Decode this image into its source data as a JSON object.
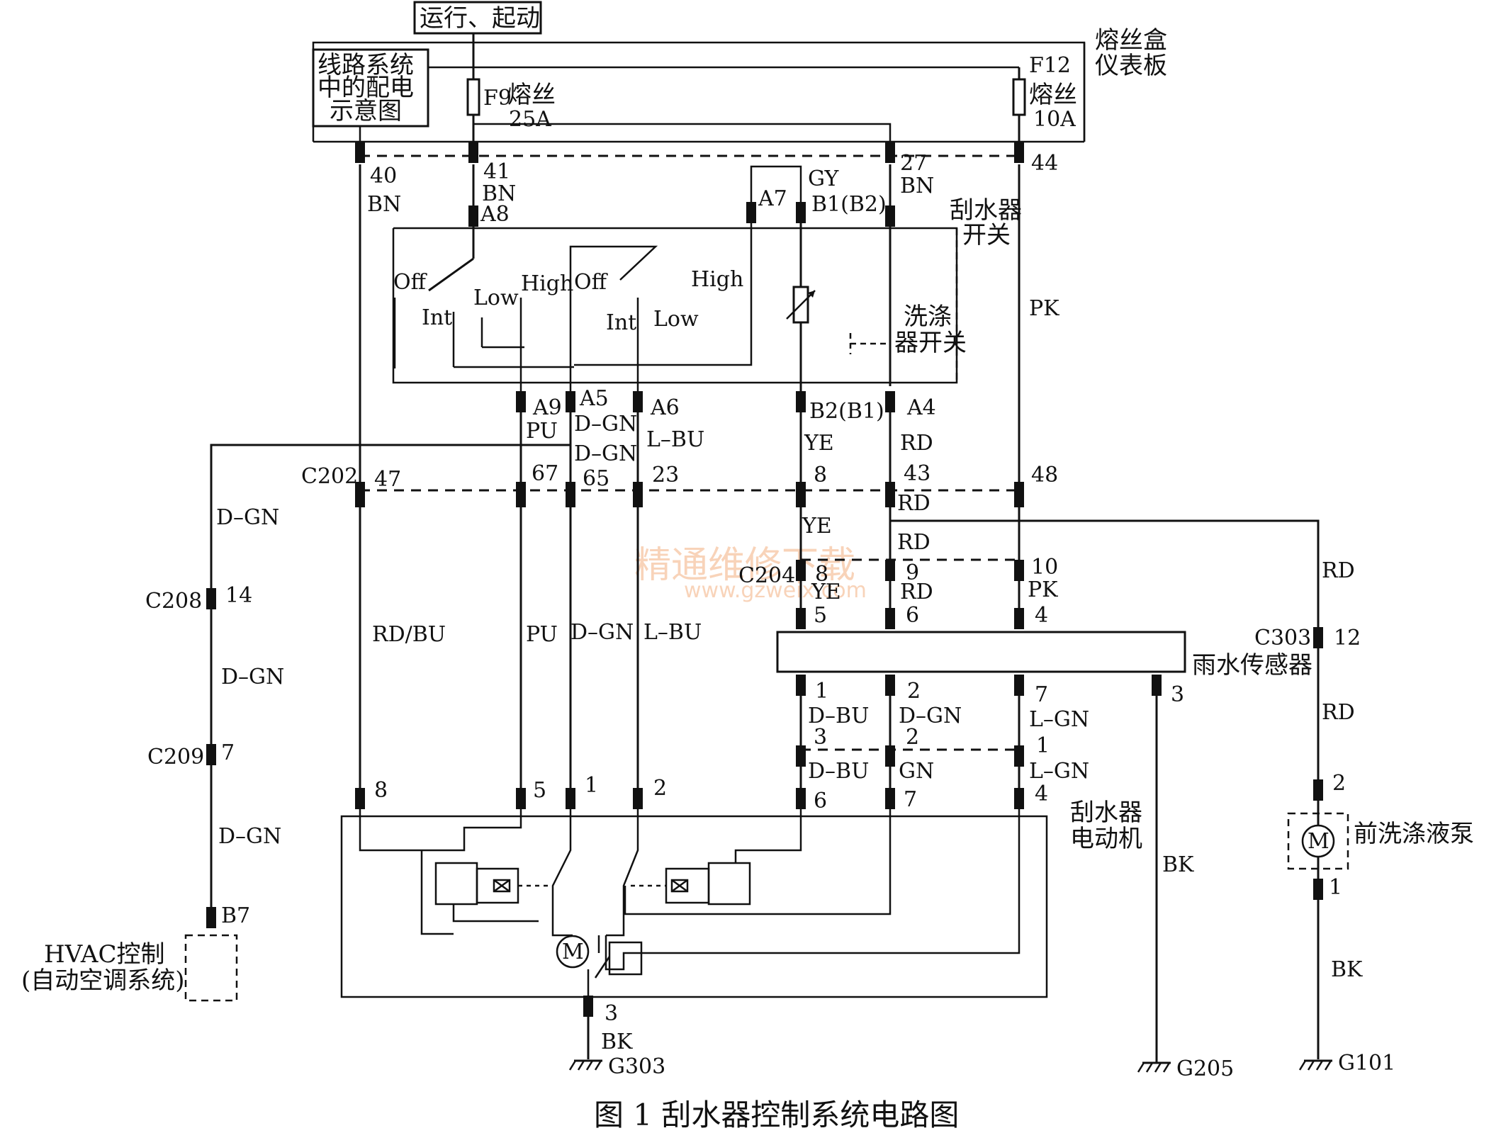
{
  "caption": "图 1  刮水器控制系统电路图",
  "watermark": {
    "cn": "精通维修下载",
    "url": "www.gzweix.com"
  },
  "power_source": "运行、起动",
  "fuse_box": {
    "title_line1": "熔丝盒",
    "title_line2": "仪表板",
    "power_dist_line1": "线路系统",
    "power_dist_line2": "中的配电",
    "power_dist_line3": "示意图",
    "f9_name": "F9",
    "f9_label": "熔丝",
    "f9_rating": "25A",
    "f12_name": "F12",
    "f12_label": "熔丝",
    "f12_rating": "10A"
  },
  "fuse_pins": {
    "p40": "40",
    "p41": "41",
    "p27": "27",
    "p44": "44"
  },
  "wiper_switch": {
    "title_line1": "刮水器",
    "title_line2": "开关",
    "washer_line1": "洗涤",
    "washer_line2": "器开关",
    "pos_off": "Off",
    "pos_int": "Int",
    "pos_low": "Low",
    "pos_high": "High",
    "pins": {
      "a8": "A8",
      "a7": "A7",
      "b1b2": "B1(B2)",
      "a9": "A9",
      "a5": "A5",
      "a6": "A6",
      "b2b1": "B2(B1)",
      "a4": "A4"
    }
  },
  "connectors": {
    "c202": "C202",
    "c202_pins": [
      "47",
      "67",
      "65",
      "23",
      "8",
      "43",
      "48"
    ],
    "c204": "C204",
    "c204_pins": [
      "8",
      "9",
      "10"
    ],
    "c208": "C208",
    "c208_pin": "14",
    "c209": "C209",
    "c209_pin": "7",
    "c303": "C303",
    "c303_pin": "12"
  },
  "wire_colors": {
    "bn": "BN",
    "gy": "GY",
    "pk": "PK",
    "pu": "PU",
    "dgn": "D–GN",
    "lbu": "L–BU",
    "ye": "YE",
    "rd": "RD",
    "rdbu": "RD/BU",
    "dbu": "D–BU",
    "lgn": "L–GN",
    "gn": "GN",
    "bk": "BK"
  },
  "rain_sensor": {
    "title": "雨水传感器",
    "top_pins": [
      "5",
      "6",
      "4"
    ],
    "bottom_pins": [
      "1",
      "2",
      "7"
    ],
    "ground_pin": "3",
    "lower_conn_pins": [
      "3",
      "2",
      "1"
    ]
  },
  "wiper_motor": {
    "title_line1": "刮水器",
    "title_line2": "电动机",
    "pins": [
      "8",
      "5",
      "1",
      "2",
      "6",
      "7",
      "4"
    ],
    "ground_pin": "3",
    "motor_symbol": "M"
  },
  "washer_pump": {
    "title": "前洗涤液泵",
    "pin_top": "2",
    "pin_bottom": "1",
    "motor_symbol": "M"
  },
  "hvac": {
    "line1": "HVAC控制",
    "line2": "(自动空调系统)",
    "pin": "B7"
  },
  "grounds": {
    "g303": "G303",
    "g205": "G205",
    "g101": "G101"
  }
}
